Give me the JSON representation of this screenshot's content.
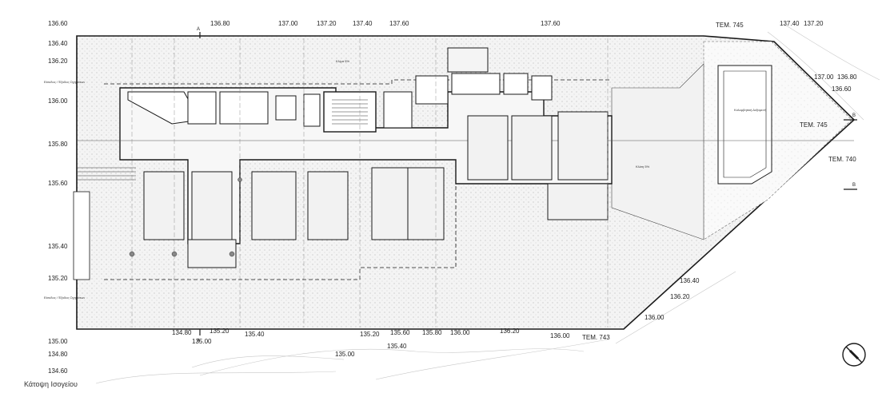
{
  "caption": "Κάτοψη Ισογείου",
  "elevations": {
    "left": [
      "136.60",
      "136.40",
      "136.20",
      "136.00",
      "135.80",
      "135.60",
      "135.40",
      "135.20",
      "135.00",
      "134.80",
      "134.60"
    ],
    "top": [
      "136.80",
      "137.00",
      "137.20",
      "137.40",
      "137.60",
      "137.60",
      "137.40",
      "137.20"
    ],
    "right": [
      "137.00",
      "136.80",
      "136.60"
    ],
    "diagonal": [
      "136.40",
      "136.20",
      "136.00"
    ],
    "bottom": [
      "134.80",
      "135.20",
      "135.00",
      "135.40",
      "135.20",
      "135.60",
      "135.80",
      "136.00",
      "136.20",
      "136.00",
      "135.40",
      "135.00"
    ]
  },
  "tem_labels": {
    "t745_top": "ΤΕΜ. 745",
    "t745_right": "ΤΕΜ. 745",
    "t740": "ΤΕΜ. 740",
    "t743": "ΤΕΜ. 743"
  },
  "side_labels": {
    "entrance_upper": "Είσοδος / Έξοδος Οχημάτων",
    "entrance_lower": "Είσοδος / Έξοδος Οχημάτων"
  },
  "room_labels": {
    "pool": "Κολυμβητική Δεξαμενή",
    "storage_top": "Κλίμα 5%",
    "ramp": "Κλίση 5%"
  },
  "section_markers": [
    "Α",
    "Α",
    "Β",
    "Β"
  ],
  "colors": {
    "paving": "#ececec",
    "line": "#1a1a1a",
    "thin": "#555555"
  }
}
